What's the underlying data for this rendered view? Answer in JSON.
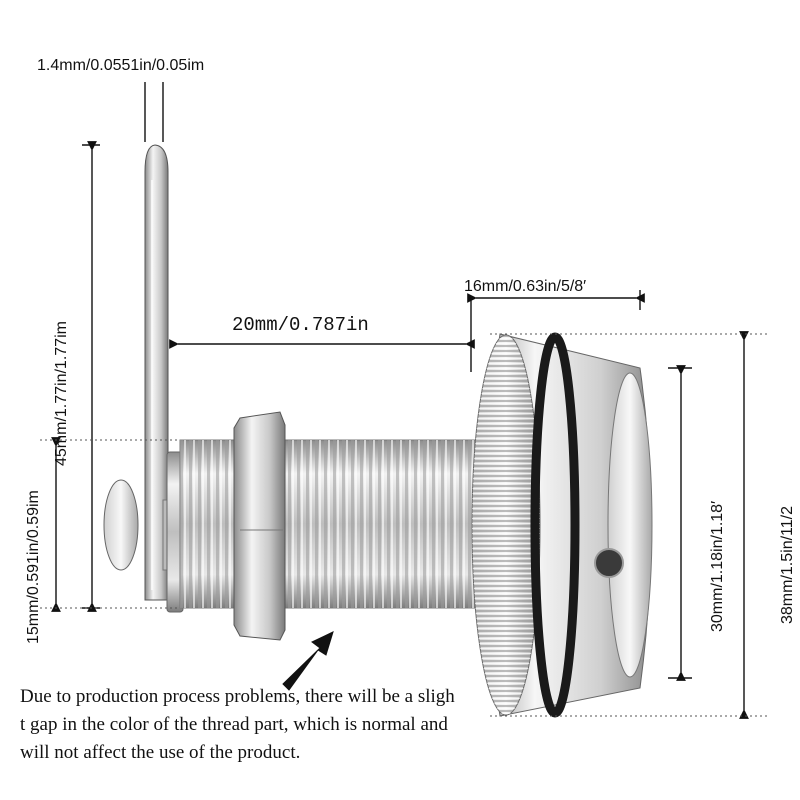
{
  "dimensions": {
    "plate_thickness": "1.4mm/0.0551in/0.05im",
    "cam_length": "45mm/1.77in/1.77im",
    "cam_reach": "20mm/0.787in",
    "head_width": "16mm/0.63in/5/8′",
    "body_height": "15mm/0.591in/0.59im",
    "thread_diameter": "30mm/1.18in/1.18′",
    "head_diameter": "38mm/1.5in/11/2"
  },
  "note": "Due to production process problems, there will be a slight gap in the color of the thread part, which is normal and will not affect the use of the product.",
  "colors": {
    "metal_light": "#f2f2f2",
    "metal_mid": "#bdbdbd",
    "metal_dark": "#6e6e6e",
    "gasket": "#1a1a1a",
    "line": "#111111"
  }
}
